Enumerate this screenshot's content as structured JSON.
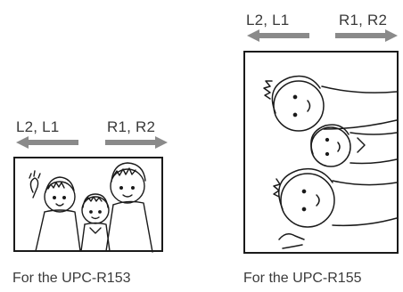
{
  "panels": [
    {
      "left_label": "L2, L1",
      "right_label": "R1, R2",
      "caption": "For the UPC-R153",
      "orientation": "landscape"
    },
    {
      "left_label": "L2, L1",
      "right_label": "R1, R2",
      "caption": "For the UPC-R155",
      "orientation": "portrait (rotated image)"
    }
  ],
  "colors": {
    "text": "#3a3a3a",
    "arrow": "#8a8a8a",
    "line": "#1a1a1a"
  },
  "icons": [
    "left-arrow-icon",
    "right-arrow-icon",
    "children-illustration"
  ]
}
